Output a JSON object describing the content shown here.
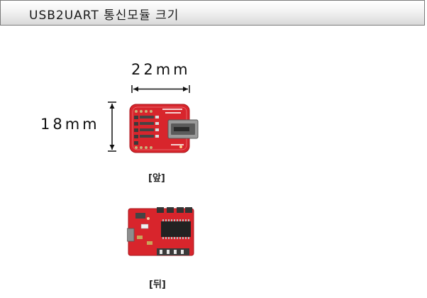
{
  "header": {
    "title": "USB2UART 통신모듈 크기"
  },
  "dimensions": {
    "width_label": "22mm",
    "height_label": "18mm"
  },
  "views": {
    "front_caption": "[앞]",
    "back_caption": "[뒤]"
  },
  "colors": {
    "pcb_red": "#d8252c",
    "arrow": "#111111"
  }
}
